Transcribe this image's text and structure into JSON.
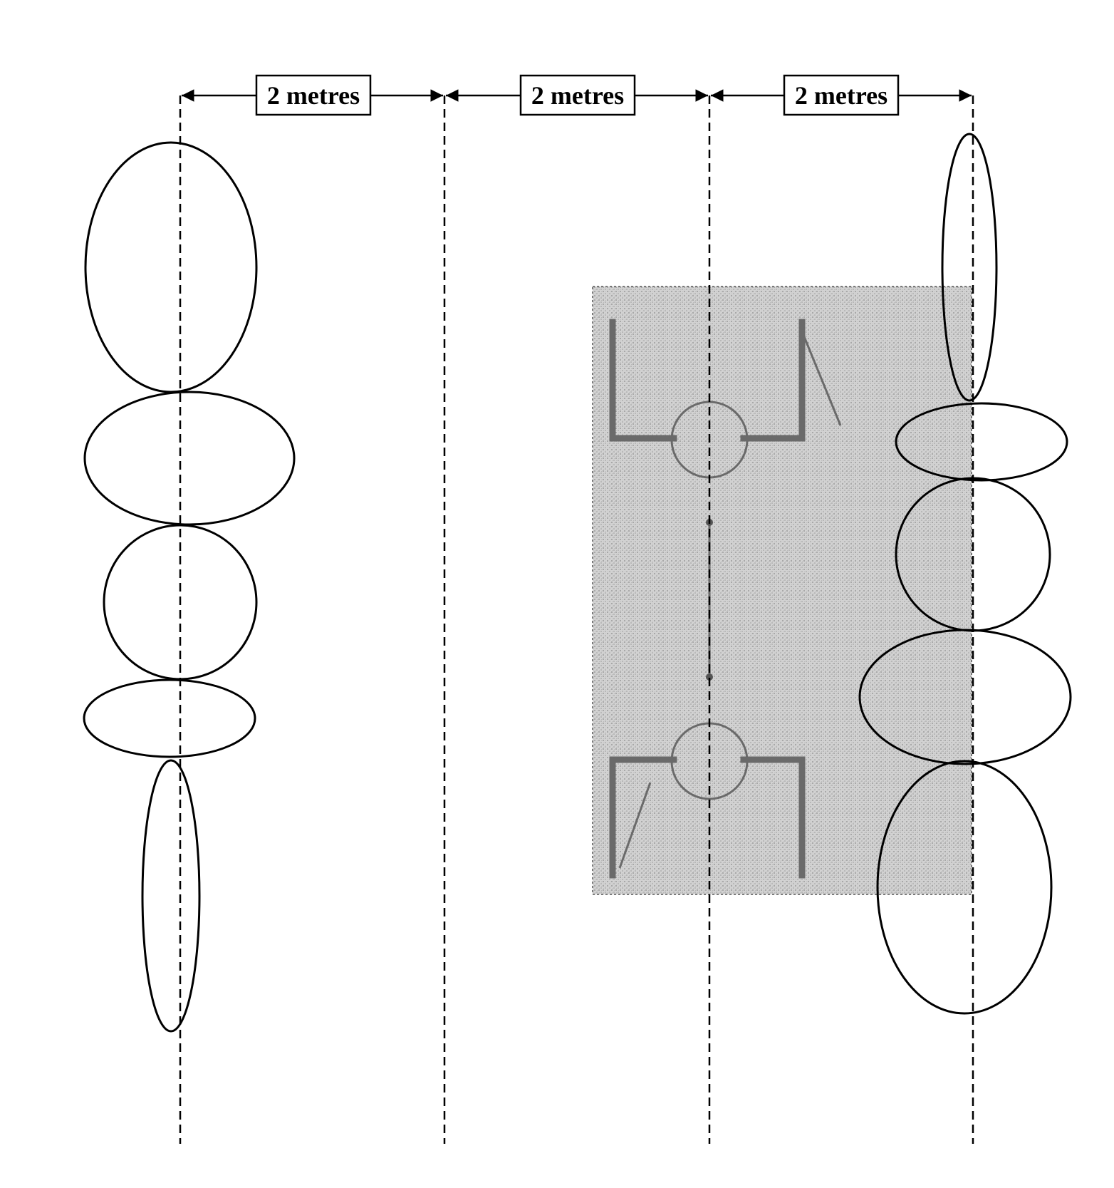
{
  "dimensions": [
    {
      "label": "2 metres"
    },
    {
      "label": "2 metres"
    },
    {
      "label": "2 metres"
    }
  ],
  "colors": {
    "stroke": "#000000",
    "shaded_area": "#c8c8c8",
    "trailer_outline": "#707070",
    "background": "#ffffff"
  }
}
